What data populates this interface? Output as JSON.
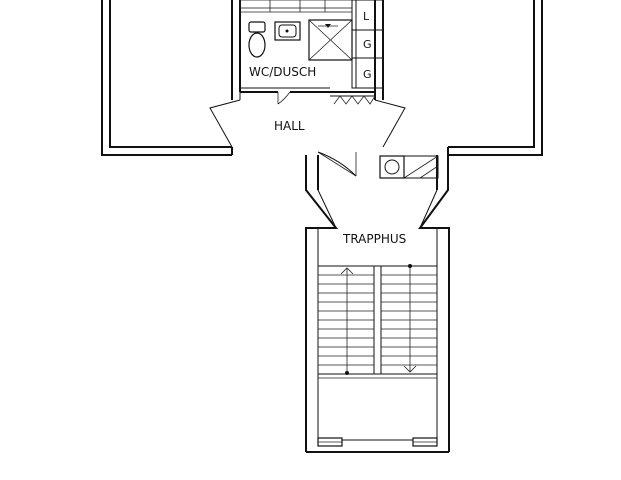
{
  "rooms": {
    "wc": "WC/DUSCH",
    "hall": "HALL",
    "stair": "TRAPPHUS"
  },
  "cabinets": [
    "L",
    "G",
    "G"
  ]
}
